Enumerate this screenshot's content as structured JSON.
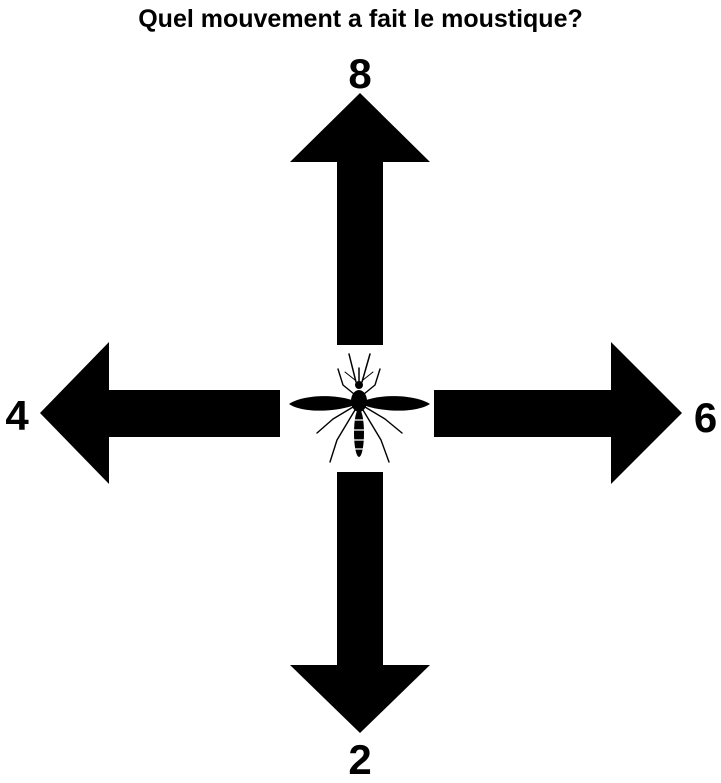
{
  "question": "Quel mouvement a fait le moustique?",
  "directions": {
    "up": "8",
    "down": "2",
    "left": "4",
    "right": "6"
  },
  "icons": {
    "center": "mosquito-icon"
  },
  "colors": {
    "arrow": "#000000",
    "background": "#ffffff",
    "text": "#000000"
  }
}
